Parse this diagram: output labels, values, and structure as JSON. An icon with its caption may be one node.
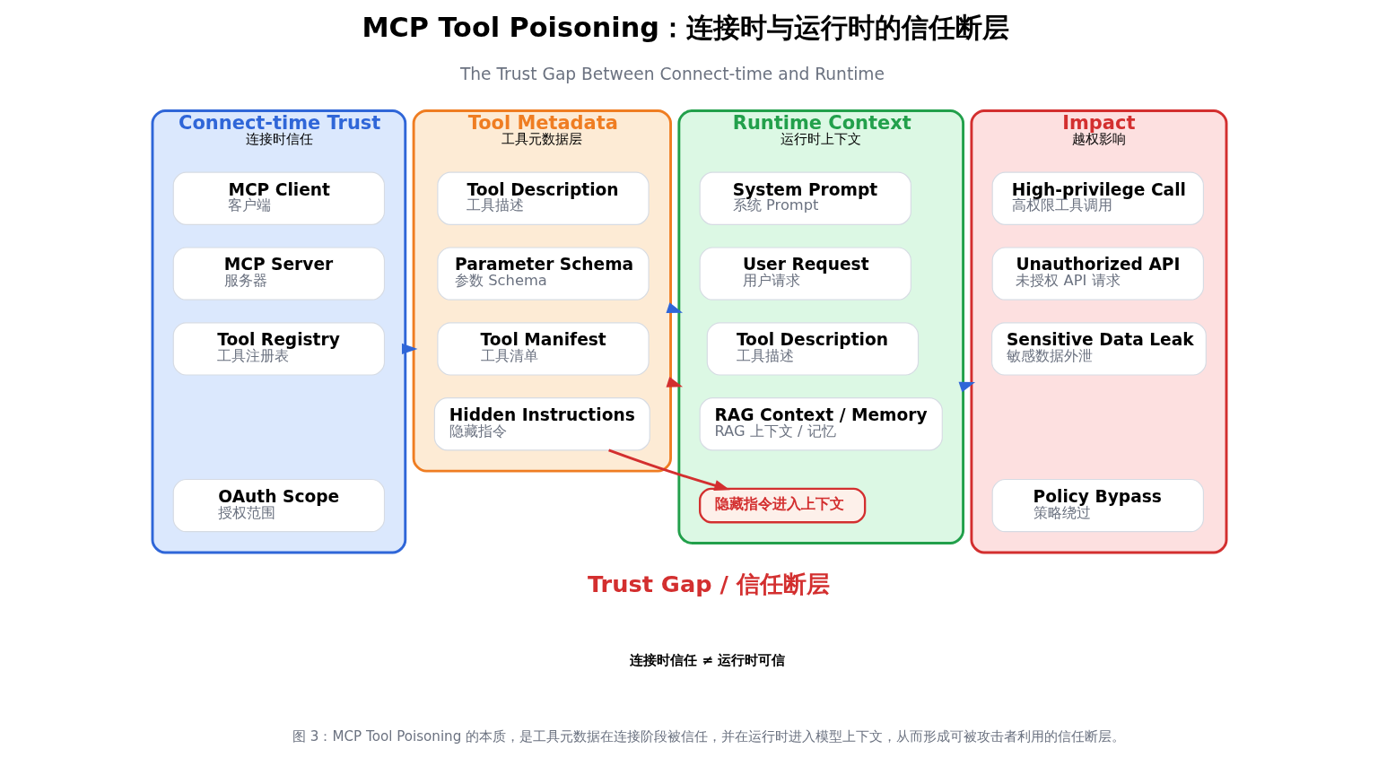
{
  "diagram": {
    "title": "MCP Tool Poisoning：连接时与运行时的信任断层",
    "caption": "图 3：MCP Tool Poisoning 的本质，是工具元数据在连接阶段被信任，并在运行时进入模型上下文，从而形成可被攻击者利用的信任断层。",
    "nodes": [
      {
        "text": [
          "Connect-time Trust",
          "连接时信任"
        ]
      },
      {
        "text": [
          "MCP Client",
          "客户端"
        ],
        "in": 0
      },
      {
        "text": [
          "MCP Server",
          "服务器"
        ],
        "in": 0
      },
      {
        "text": [
          "Tool Registry",
          "工具注册表"
        ],
        "in": 0
      },
      {
        "text": [
          "OAuth Scope",
          "授权范围"
        ],
        "in": 0
      },
      {
        "text": [
          "Tool Metadata",
          "工具元数据层"
        ]
      },
      {
        "text": [
          "Tool Description",
          "工具描述"
        ],
        "in": 5
      },
      {
        "text": [
          "Parameter Schema",
          "参数 Schema"
        ],
        "in": 5
      },
      {
        "text": [
          "Tool Manifest",
          "工具清单"
        ],
        "in": 5
      },
      {
        "text": [
          "Hidden Instructions",
          "隐藏指令"
        ],
        "in": 5
      },
      {
        "text": [
          "Runtime Context",
          "运行时上下文"
        ]
      },
      {
        "text": [
          "System Prompt",
          "系统 Prompt"
        ],
        "in": 10
      },
      {
        "text": [
          "User Request",
          "用户请求"
        ],
        "in": 10
      },
      {
        "text": [
          "Tool Description",
          "工具描述"
        ],
        "in": 10
      },
      {
        "text": [
          "RAG Context / Memory",
          "RAG 上下文 / 记忆"
        ],
        "in": 10
      },
      {
        "text": [
          "隐藏指令进入上下文"
        ],
        "in": 10
      },
      {
        "text": [
          "Impact",
          "越权影响"
        ]
      },
      {
        "text": [
          "High-privilege Call",
          "高权限工具调用"
        ],
        "in": 16
      },
      {
        "text": [
          "Unauthorized API",
          "未授权 API 请求"
        ],
        "in": 16
      },
      {
        "text": [
          "Sensitive Data Leak",
          "敏感数据外泄"
        ],
        "in": 16
      },
      {
        "text": [
          "Policy Bypass",
          "策略绕过"
        ],
        "in": 16
      }
    ],
    "edges": [
      {
        "from": 0,
        "to": 5,
        "arrow": "to"
      },
      {
        "from": 5,
        "to": 10,
        "arrow": "to"
      },
      {
        "from": 10,
        "to": 16,
        "arrow": "to"
      },
      {
        "from": 9,
        "to": 15,
        "arrow": "to",
        "color": "#d32f2f"
      },
      {
        "from": 5,
        "to": 10,
        "arrow": "to",
        "color": "#d32f2f"
      }
    ],
    "labels": [
      "The Trust Gap Between Connect-time and Runtime",
      "Trust Gap / 信任断层",
      "连接时信任 ≠ 运行时可信"
    ]
  }
}
